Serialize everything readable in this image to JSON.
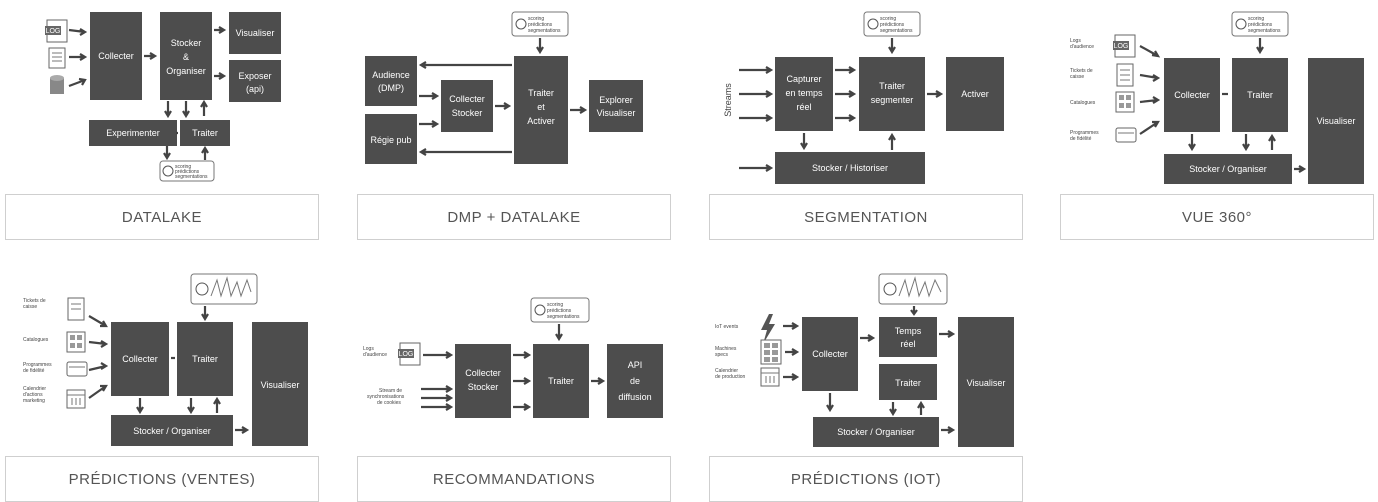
{
  "cards": [
    {
      "caption": "DATALAKE",
      "collect": "Collecter",
      "store1": "Stocker",
      "store2": "&",
      "store3": "Organiser",
      "visualise": "Visualiser",
      "expose1": "Exposer",
      "expose2": "(api)",
      "experiment": "Experimenter",
      "process": "Traiter",
      "log": "LOG",
      "lab1": "scoring",
      "lab2": "prédictions",
      "lab3": "segmentations"
    },
    {
      "caption": "DMP + DATALAKE",
      "aud1": "Audience",
      "aud2": "(DMP)",
      "regie": "Régie pub",
      "coll1": "Collecter",
      "coll2": "Stocker",
      "tr1": "Traiter",
      "tr2": "et",
      "tr3": "Activer",
      "exp1": "Explorer",
      "exp2": "Visualiser",
      "lab1": "scoring",
      "lab2": "prédictions",
      "lab3": "segmentations"
    },
    {
      "caption": "SEGMENTATION",
      "streams": "Streams",
      "cap1": "Capturer",
      "cap2": "en temps",
      "cap3": "réel",
      "tr1": "Traiter",
      "tr2": "segmenter",
      "activate": "Activer",
      "store": "Stocker / Historiser",
      "lab1": "scoring",
      "lab2": "prédictions",
      "lab3": "segmentations"
    },
    {
      "caption": "VUE 360°",
      "s1a": "Logs",
      "s1b": "d'audience",
      "s2a": "Tickets de",
      "s2b": "caisse",
      "s3a": "Catalogues",
      "s4a": "Programmes",
      "s4b": "de fidélité",
      "collect": "Collecter",
      "process": "Traiter",
      "visualise": "Visualiser",
      "store": "Stocker / Organiser",
      "log": "LOG",
      "lab1": "scoring",
      "lab2": "prédictions",
      "lab3": "segmentations"
    },
    {
      "caption": "PRÉDICTIONS (VENTES)",
      "s1a": "Tickets de",
      "s1b": "caisse",
      "s2a": "Catalogues",
      "s3a": "Programmes",
      "s3b": "de fidélité",
      "s4a": "Calendrier",
      "s4b": "d'actions",
      "s4c": "marketing",
      "collect": "Collecter",
      "process": "Traiter",
      "visualise": "Visualiser",
      "store": "Stocker / Organiser"
    },
    {
      "caption": "RECOMMANDATIONS",
      "s1a": "Logs",
      "s1b": "d'audience",
      "s2a": "Stream de",
      "s2b": "synchronisations",
      "s2c": "de cookies",
      "coll1": "Collecter",
      "coll2": "Stocker",
      "process": "Traiter",
      "api1": "API",
      "api2": "de",
      "api3": "diffusion",
      "log": "LOG",
      "lab1": "scoring",
      "lab2": "prédictions",
      "lab3": "segmentations"
    },
    {
      "caption": "PRÉDICTIONS (IOT)",
      "s1a": "IoT events",
      "s2a": "Machines",
      "s2b": "specs",
      "s3a": "Calendrier",
      "s3b": "de production",
      "collect": "Collecter",
      "rt1": "Temps",
      "rt2": "réel",
      "process": "Traiter",
      "visualise": "Visualiser",
      "store": "Stocker / Organiser"
    }
  ]
}
